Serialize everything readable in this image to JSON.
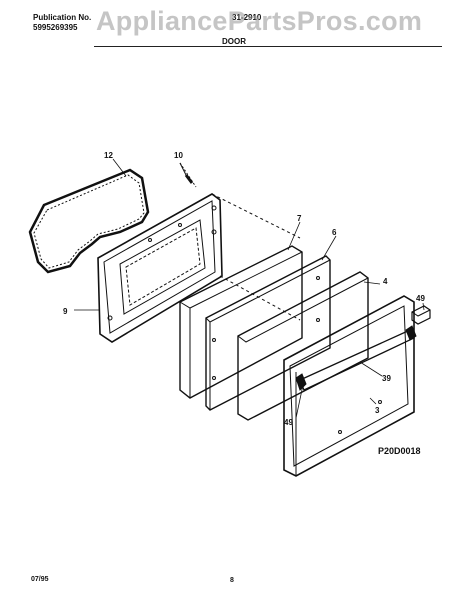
{
  "header": {
    "publication_label": "Publication No.",
    "publication_number": "5995269395",
    "model": "31-2910",
    "section_title": "DOOR"
  },
  "watermark": "AppliancePartsPros.com",
  "callouts": {
    "gasket": "12",
    "screw": "10",
    "inner_door": "9",
    "insulation": "7",
    "panel": "6",
    "glass": "4",
    "clip": "49",
    "handle": "39",
    "wire": "49",
    "outer_door": "3"
  },
  "figure_code": "P20D0018",
  "footer": {
    "date": "07/95",
    "page": "8"
  }
}
